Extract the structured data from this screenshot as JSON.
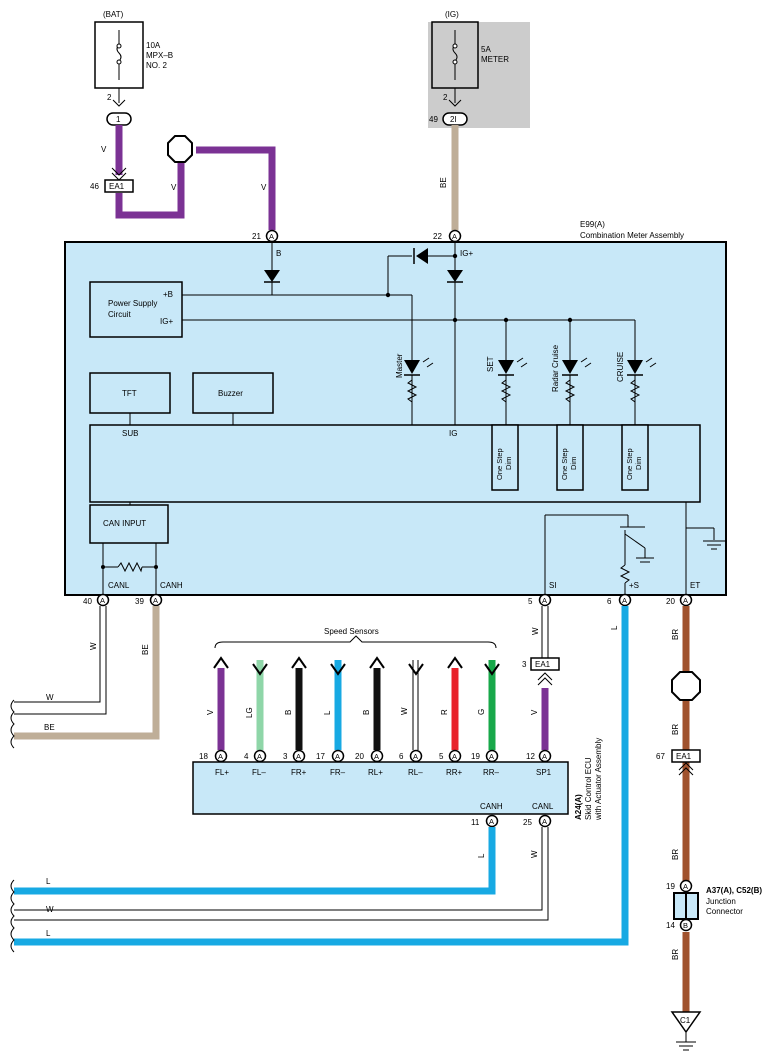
{
  "colors": {
    "panel": "#c8e8f8",
    "gray": "#cccccc",
    "violet": "#7b3294",
    "beige": "#bfae98",
    "blue": "#17a9e3",
    "brown": "#a0522d",
    "lightgreen": "#8fd6a8",
    "red": "#e8222b",
    "green": "#18a84a"
  },
  "fuses": {
    "bat": {
      "source": "(BAT)",
      "rating": "10A",
      "name1": "MPX–B",
      "name2": "NO. 2",
      "pin": "2",
      "conn": "1"
    },
    "ig": {
      "source": "(IG)",
      "rating": "5A",
      "name1": "METER",
      "pin": "2",
      "conn": "2I",
      "pin2": "49"
    }
  },
  "meter": {
    "code": "E99(A)",
    "name": "Combination Meter Assembly",
    "pin_b_num": "21",
    "pin_b": "B",
    "pin_ig_num": "22",
    "pin_ig": "IG+",
    "conn": "A",
    "psu_line1": "Power Supply",
    "psu_line2": "Circuit",
    "psu_pb": "+B",
    "psu_ig": "IG+",
    "tft": "TFT",
    "buzzer": "Buzzer",
    "sub": "SUB",
    "ig": "IG",
    "can_input": "CAN INPUT",
    "leds": [
      "Master",
      "SET",
      "Radar Cruise",
      "CRUISE"
    ],
    "dim_line1": "One Step",
    "dim_line2": "Dim",
    "canl": "CANL",
    "canh": "CANH",
    "si": "SI",
    "ps": "+S",
    "et": "ET",
    "pins": [
      "40",
      "39",
      "5",
      "6",
      "20"
    ]
  },
  "wires": {
    "v": "V",
    "be": "BE",
    "w": "W",
    "l": "L",
    "br": "BR",
    "lg": "LG",
    "b": "B",
    "r": "R",
    "g": "G"
  },
  "connectors": {
    "ea1_top": {
      "num": "46",
      "label": "EA1"
    },
    "ea1_mid": {
      "num": "3",
      "label": "EA1"
    },
    "ea1_right": {
      "num": "67",
      "label": "EA1"
    }
  },
  "speed_sensors": "Speed Sensors",
  "ecu": {
    "code": "A24(A)",
    "name1": "Skid Control ECU",
    "name2": "with Actuator Assembly",
    "pins": [
      {
        "num": "18",
        "label": "FL+",
        "wire": "V"
      },
      {
        "num": "4",
        "label": "FL–",
        "wire": "LG"
      },
      {
        "num": "3",
        "label": "FR+",
        "wire": "B"
      },
      {
        "num": "17",
        "label": "FR–",
        "wire": "L"
      },
      {
        "num": "20",
        "label": "RL+",
        "wire": "B"
      },
      {
        "num": "6",
        "label": "RL–",
        "wire": "W"
      },
      {
        "num": "5",
        "label": "RR+",
        "wire": "R"
      },
      {
        "num": "19",
        "label": "RR–",
        "wire": "G"
      }
    ],
    "sp1_num": "12",
    "sp1": "SP1",
    "canh_num": "11",
    "canh": "CANH",
    "canl_num": "25",
    "canl": "CANL"
  },
  "junction": {
    "code": "A37(A), C52(B)",
    "name1": "Junction",
    "name2": "Connector",
    "pin_a": "19",
    "pin_b": "14",
    "conn_a": "A",
    "conn_b": "B"
  },
  "ground": "C1"
}
